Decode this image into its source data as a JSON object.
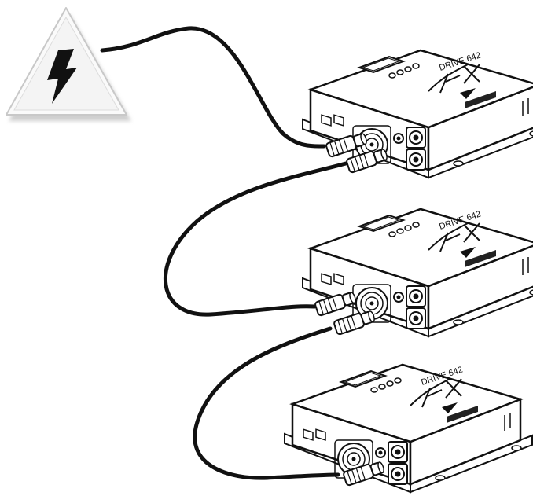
{
  "warning_symbol": {
    "icon": "high-voltage-warning-icon"
  },
  "devices": [
    {
      "model_text": "DRIVE 642"
    },
    {
      "model_text": "DRIVE 642"
    },
    {
      "model_text": "DRIVE 642"
    }
  ],
  "colors": {
    "line": "#111111",
    "panel": "#ffffff",
    "shadow": "#d0d0d0"
  }
}
